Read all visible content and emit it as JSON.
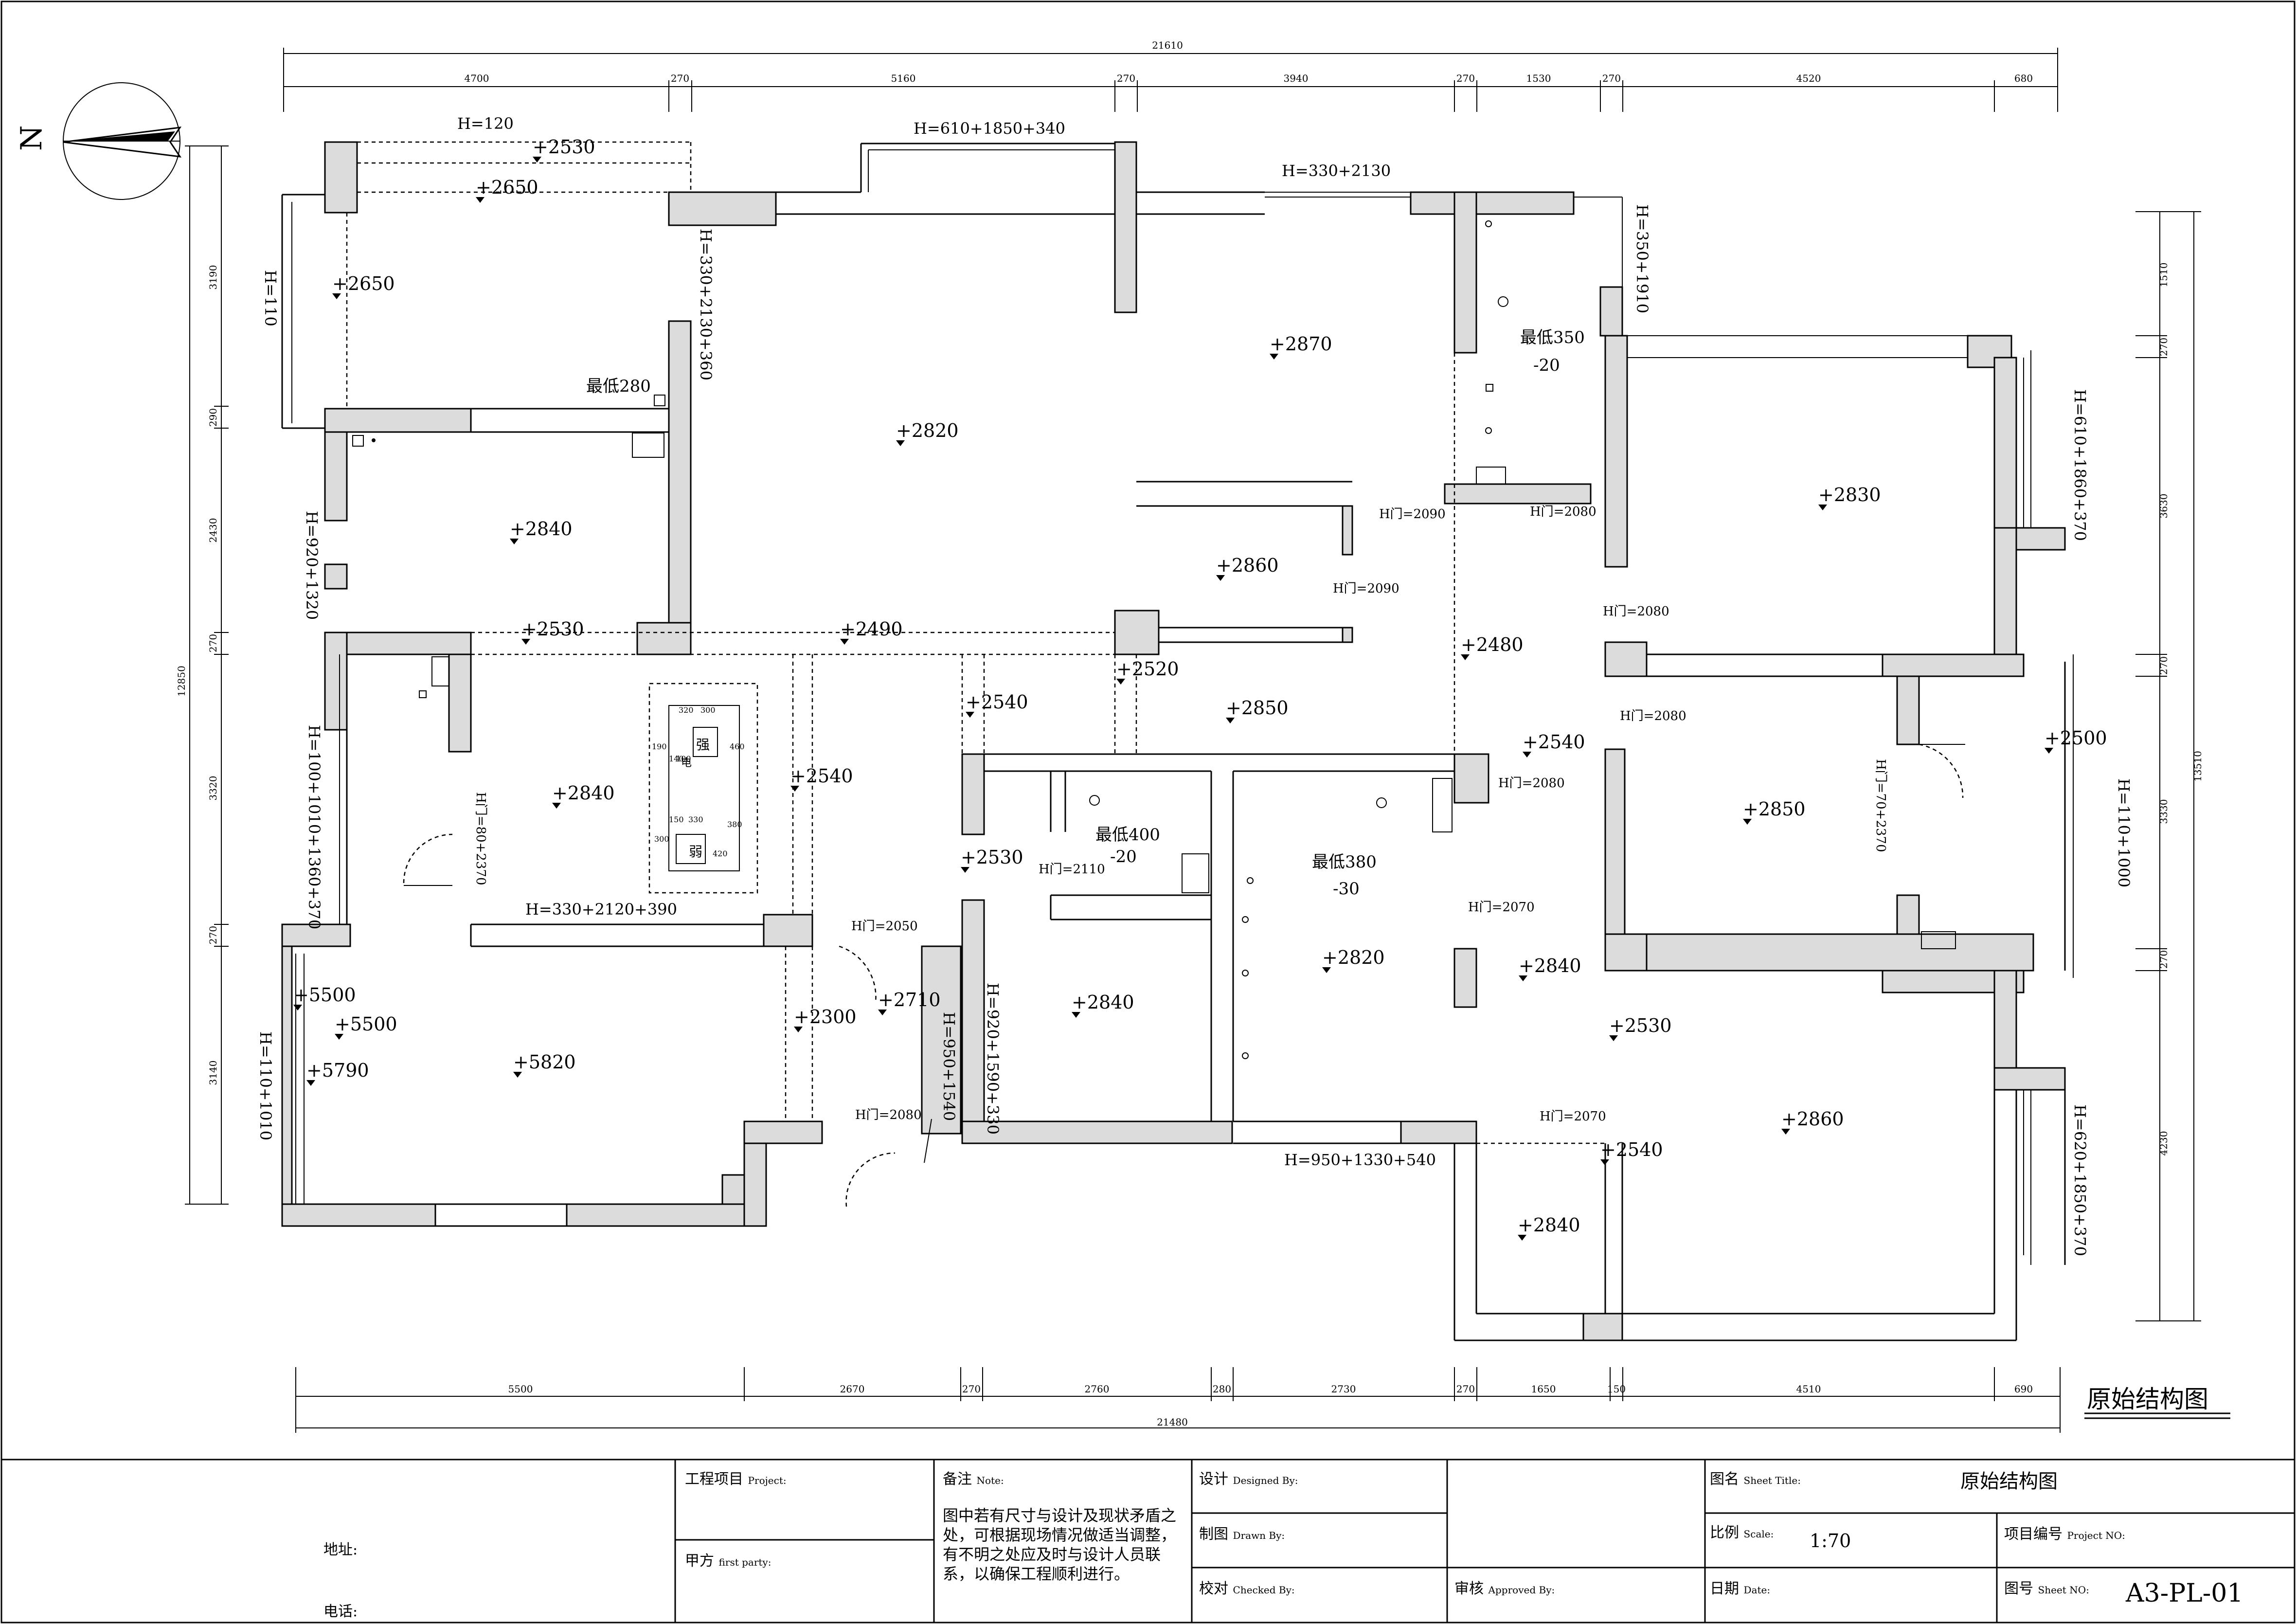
{
  "drawing": {
    "title_stamp": "原始结构图",
    "north_label": "N"
  },
  "dimensions": {
    "top_total": "21610",
    "top_segments": [
      "4700",
      "270",
      "5160",
      "270",
      "3940",
      "270",
      "1530",
      "270",
      "4520",
      "680"
    ],
    "bottom_total": "21480",
    "bottom_segments": [
      "5500",
      "2670",
      "270",
      "2760",
      "280",
      "2730",
      "270",
      "1650",
      "150",
      "4510",
      "690"
    ],
    "left_total": "12850",
    "left_segments": [
      "3190",
      "290",
      "2430",
      "270",
      "3320",
      "270",
      "3140"
    ],
    "right_total": "13510",
    "right_segments": [
      "1510",
      "270",
      "3630",
      "270",
      "3330",
      "270",
      "4230"
    ]
  },
  "elevations": [
    "+2530",
    "+2650",
    "+2650",
    "+2840",
    "+2820",
    "+2870",
    "+2860",
    "+2830",
    "+2530",
    "+2490",
    "+2520",
    "+2480",
    "+2850",
    "+2840",
    "+2540",
    "+2540",
    "+2540",
    "+2850",
    "+2500",
    "+2530",
    "+2840",
    "+2820",
    "+2840",
    "+2710",
    "+2300",
    "+5500",
    "+5500",
    "+5790",
    "+5820",
    "+2530",
    "+2860",
    "+2540",
    "+2840"
  ],
  "heights": [
    "H=120",
    "H=610+1850+340",
    "H=330+2130",
    "H=330+2130+360",
    "H=350+1910",
    "H=110",
    "H=920+1320",
    "H=100+1010+1360+370",
    "H=330+2120+390",
    "H=110+1010",
    "H=610+1860+370",
    "H=110+1000",
    "H=620+1850+370",
    "H=950+1330+540",
    "H=920+1590+330",
    "H=950+1540",
    "H门=80+2370",
    "H门=70+2370"
  ],
  "door_heights": [
    "H门=2090",
    "H门=2090",
    "H门=2080",
    "H门=2080",
    "H门=2080",
    "H门=2080",
    "H门=2070",
    "H门=2070",
    "H门=2110",
    "H门=2050",
    "H门=2080"
  ],
  "notes": {
    "min280": "最低280",
    "min350": "最低350",
    "minus20a": "-20",
    "min400": "最低400",
    "minus20b": "-20",
    "min380": "最低380",
    "minus30": "-30",
    "strong": "强",
    "weak": "弱",
    "box_dims": [
      "320",
      "300",
      "460",
      "140",
      "100",
      "150",
      "330",
      "380",
      "420",
      "300",
      "190",
      "电"
    ]
  },
  "title_block": {
    "address_label": "地址:",
    "phone_label": "电话:",
    "project_label": "工程项目",
    "project_label_en": "Project:",
    "party_label": "甲方",
    "party_label_en": "first party:",
    "note_label": "备注",
    "note_label_en": "Note:",
    "note_text": "图中若有尺寸与设计及现状矛盾之处，可根据现场情况做适当调整，有不明之处应及时与设计人员联系，以确保工程顺利进行。",
    "designed_label": "设计",
    "designed_label_en": "Designed By:",
    "drawn_label": "制图",
    "drawn_label_en": "Drawn By:",
    "checked_label": "校对",
    "checked_label_en": "Checked By:",
    "approved_label": "审核",
    "approved_label_en": "Approved By:",
    "sheet_title_label": "图名",
    "sheet_title_label_en": "Sheet Title:",
    "sheet_title_value": "原始结构图",
    "scale_label": "比例",
    "scale_label_en": "Scale:",
    "scale_value": "1:70",
    "project_no_label": "项目编号",
    "project_no_label_en": "Project NO:",
    "date_label": "日期",
    "date_label_en": "Date:",
    "sheet_no_label": "图号",
    "sheet_no_label_en": "Sheet NO:",
    "sheet_no_value": "A3-PL-01"
  }
}
